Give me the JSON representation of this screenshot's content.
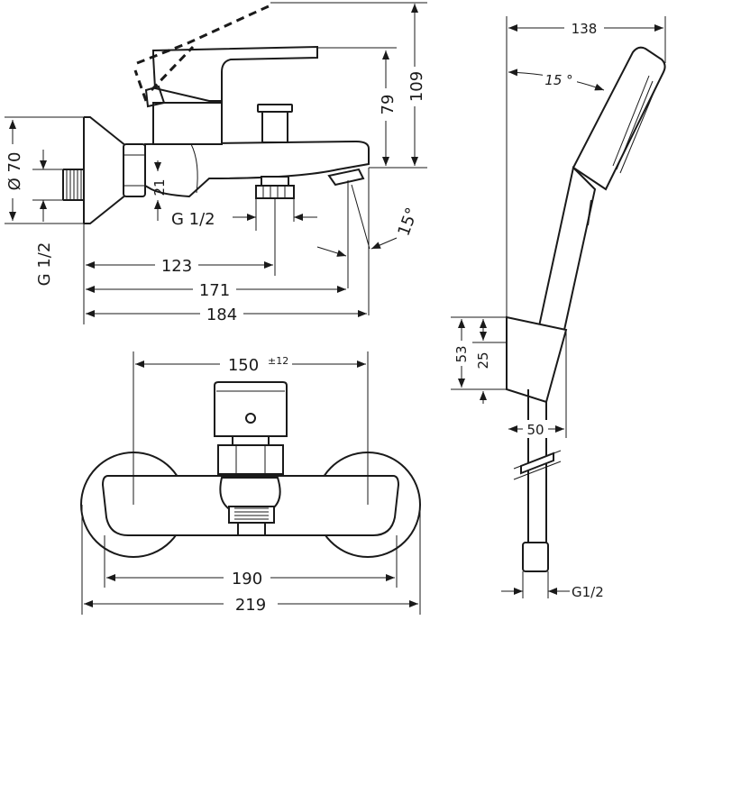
{
  "side_view": {
    "dims": {
      "d123": "123",
      "d171": "171",
      "d184": "184",
      "d79": "79",
      "d109": "109",
      "d21": "21",
      "d70": "Ø 70",
      "thread_left": "G 1/2",
      "thread_outlet": "G 1/2",
      "angle": "15°"
    }
  },
  "front_view": {
    "dims": {
      "d150": "150",
      "d150_tol": "±12",
      "d190": "190",
      "d219": "219"
    }
  },
  "shower_view": {
    "dims": {
      "d138": "138",
      "angle": "15 °",
      "d53": "53",
      "d25": "25",
      "d50": "50",
      "thread": "G1/2"
    }
  }
}
